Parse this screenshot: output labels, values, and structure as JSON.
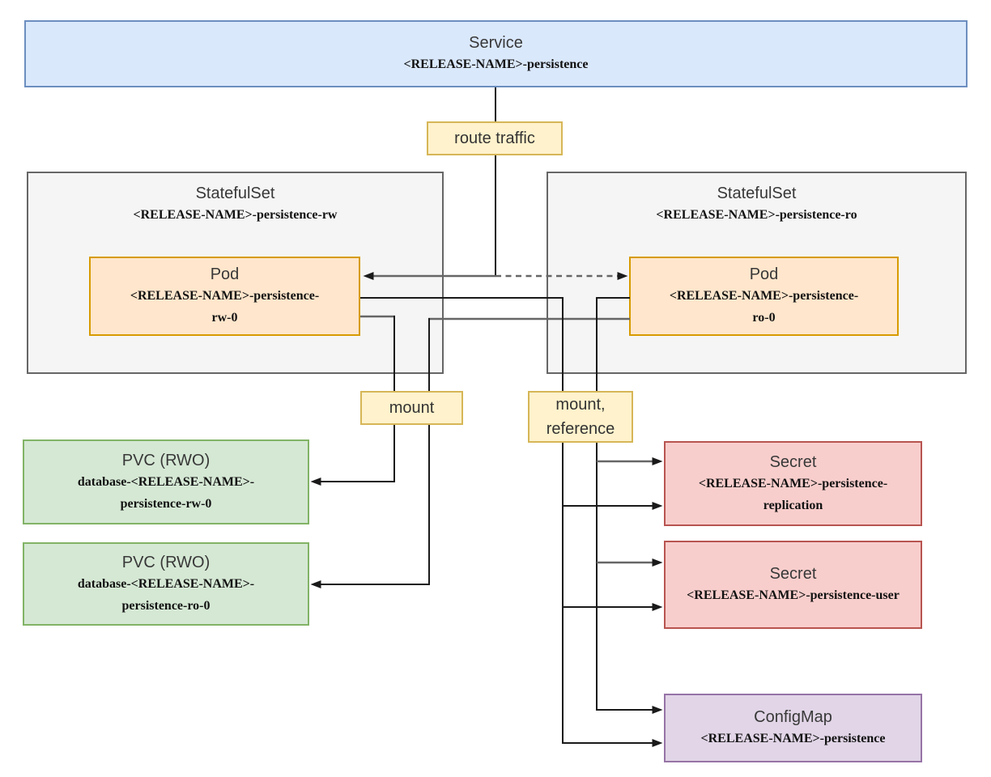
{
  "nodes": {
    "service": {
      "title": "Service",
      "subtitle": "<RELEASE-NAME>-persistence"
    },
    "ss_rw": {
      "title": "StatefulSet",
      "subtitle": "<RELEASE-NAME>-persistence-rw"
    },
    "ss_ro": {
      "title": "StatefulSet",
      "subtitle": "<RELEASE-NAME>-persistence-ro"
    },
    "pod_rw": {
      "title": "Pod",
      "subtitle": "<RELEASE-NAME>-persistence-rw-0"
    },
    "pod_ro": {
      "title": "Pod",
      "subtitle": "<RELEASE-NAME>-persistence-ro-0"
    },
    "pvc_rw": {
      "title": "PVC (RWO)",
      "subtitle": "database-<RELEASE-NAME>-persistence-rw-0"
    },
    "pvc_ro": {
      "title": "PVC (RWO)",
      "subtitle": "database-<RELEASE-NAME>-persistence-ro-0"
    },
    "secret_replication": {
      "title": "Secret",
      "subtitle": "<RELEASE-NAME>-persistence-replication"
    },
    "secret_user": {
      "title": "Secret",
      "subtitle": "<RELEASE-NAME>-persistence-user"
    },
    "configmap": {
      "title": "ConfigMap",
      "subtitle": "<RELEASE-NAME>-persistence"
    }
  },
  "edge_labels": {
    "route_traffic": "route traffic",
    "mount": "mount",
    "mount_reference": "mount,\nreference"
  },
  "colors": {
    "service-fill": "#dae8fc",
    "service-border": "#6c8ebf",
    "group-fill": "#f5f5f5",
    "group-border": "#666666",
    "pod-fill": "#ffe6cc",
    "pod-border": "#d79b00",
    "pvc-fill": "#d5e8d4",
    "pvc-border": "#82b366",
    "secret-fill": "#f8cecc",
    "secret-border": "#b85450",
    "configmap-fill": "#e1d5e7",
    "configmap-border": "#9673a6",
    "label-fill": "#fff2cc",
    "label-border": "#d6b656",
    "line-dark": "#1a1a1a",
    "line-gray": "#666666",
    "title-color": "#383838",
    "subtitle-color": "#121212",
    "label-text": "#333333"
  }
}
